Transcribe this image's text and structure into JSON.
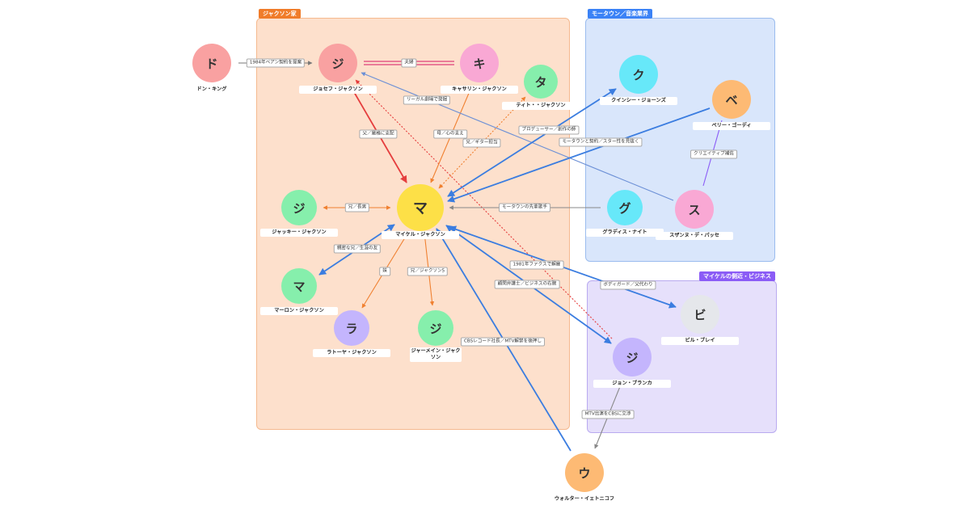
{
  "groups": [
    {
      "id": "jackson",
      "title": "ジャクソン家",
      "fill": "#fde0cc",
      "border": "#f5b98f",
      "tag": "#f07c2a"
    },
    {
      "id": "motown",
      "title": "モータウン／音楽業界",
      "fill": "#d9e6fb",
      "border": "#9bbcee",
      "tag": "#3b82f6"
    },
    {
      "id": "business",
      "title": "マイケルの側近・ビジネス",
      "fill": "#e6e0fb",
      "border": "#b9aaf0",
      "tag": "#8b5cf6"
    }
  ],
  "nodes": [
    {
      "id": "don",
      "initial": "ド",
      "name": "ドン・キング",
      "color": "#f9a1a1"
    },
    {
      "id": "joseph",
      "initial": "ジ",
      "name": "ジョセフ・ジャクソン",
      "color": "#f9a1a1"
    },
    {
      "id": "katherine",
      "initial": "キ",
      "name": "キャサリン・ジャクソン",
      "color": "#f9a8d4"
    },
    {
      "id": "tito",
      "initial": "タ",
      "name": "ティト・・ジャクソン",
      "color": "#86efac"
    },
    {
      "id": "jackie",
      "initial": "ジ",
      "name": "ジャッキー・ジャクソン",
      "color": "#86efac"
    },
    {
      "id": "michael",
      "initial": "マ",
      "name": "マイケル・ジャクソン",
      "color": "#fde047"
    },
    {
      "id": "marlon",
      "initial": "マ",
      "name": "マーロン・ジャクソン",
      "color": "#86efac"
    },
    {
      "id": "latoya",
      "initial": "ラ",
      "name": "ラトーヤ・ジャクソン",
      "color": "#c4b5fd"
    },
    {
      "id": "jermaine",
      "initial": "ジ",
      "name": "ジャーメイン・ジャクソン",
      "color": "#86efac"
    },
    {
      "id": "quincy",
      "initial": "ク",
      "name": "クインシー・ジョーンズ",
      "color": "#67e8f9"
    },
    {
      "id": "berry",
      "initial": "ベ",
      "name": "ベリー・ゴーディ",
      "color": "#fdba74"
    },
    {
      "id": "gladys",
      "initial": "グ",
      "name": "グラディス・ナイト",
      "color": "#67e8f9"
    },
    {
      "id": "suzanne",
      "initial": "ス",
      "name": "スザンヌ・デ・パッセ",
      "color": "#f9a8d4"
    },
    {
      "id": "bill",
      "initial": "ビ",
      "name": "ビル・ブレイ",
      "color": "#e5e7eb"
    },
    {
      "id": "john",
      "initial": "ジ",
      "name": "ジョン・ブランカ",
      "color": "#c4b5fd"
    },
    {
      "id": "walter",
      "initial": "ウ",
      "name": "ウォルター・イェトニコフ",
      "color": "#fdba74"
    }
  ],
  "edges": [
    {
      "label": "1984年ベアン契約を提案",
      "color": "#777777",
      "style": "solid",
      "arrow": "end"
    },
    {
      "label": "夫婦",
      "color": "#e0407a",
      "style": "double",
      "arrow": "none"
    },
    {
      "label": "父／厳格に支配",
      "color": "#e53e3e",
      "style": "solid",
      "arrow": "end"
    },
    {
      "label": "",
      "color": "#e53e3e",
      "style": "dotted",
      "arrow": "end"
    },
    {
      "label": "母／心の支え",
      "color": "#f08030",
      "style": "solid",
      "arrow": "end"
    },
    {
      "label": "兄／ギター担当",
      "color": "#f08030",
      "style": "dotted",
      "arrow": "both"
    },
    {
      "label": "リーガル劇場で発掘",
      "color": "#6b8fd6",
      "style": "solid",
      "arrow": "end"
    },
    {
      "label": "プロデューサー／創作の師",
      "color": "#3b7de0",
      "style": "solid",
      "arrow": "both"
    },
    {
      "label": "モータウンと契約／スター性を見抜く",
      "color": "#3b7de0",
      "style": "solid",
      "arrow": "end"
    },
    {
      "label": "クリエイティブ補佐",
      "color": "#8b5cf6",
      "style": "solid",
      "arrow": "none"
    },
    {
      "label": "兄／長男",
      "color": "#f08030",
      "style": "solid",
      "arrow": "both"
    },
    {
      "label": "モータウンの先輩歌手",
      "color": "#888888",
      "style": "solid",
      "arrow": "end"
    },
    {
      "label": "親密な兄／生涯の友",
      "color": "#3b7de0",
      "style": "solid",
      "arrow": "both"
    },
    {
      "label": "妹",
      "color": "#f08030",
      "style": "solid",
      "arrow": "end"
    },
    {
      "label": "兄／ジャクソン5",
      "color": "#f08030",
      "style": "solid",
      "arrow": "end"
    },
    {
      "label": "1981年ファクスで解雇",
      "color": "#3b7de0",
      "style": "solid",
      "arrow": "both"
    },
    {
      "label": "顧問弁護士／ビジネスの右腕",
      "color": "#3b7de0",
      "style": "solid",
      "arrow": "both"
    },
    {
      "label": "ボディガード／父代わり",
      "color": "#3b7de0",
      "style": "solid",
      "arrow": "none"
    },
    {
      "label": "CBSレコード社長／MTV解禁を後押し",
      "color": "#3b7de0",
      "style": "solid",
      "arrow": "end"
    },
    {
      "label": "MTV出演をCBSに交渉",
      "color": "#888888",
      "style": "solid",
      "arrow": "end"
    }
  ]
}
